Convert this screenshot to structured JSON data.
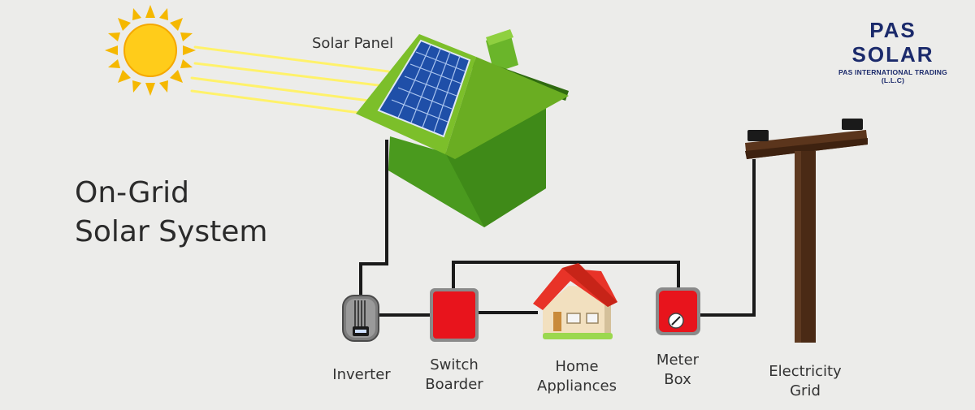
{
  "title_line1": "On-Grid",
  "title_line2": "Solar System",
  "brand": {
    "name": "PAS SOLAR",
    "tagline": "PAS INTERNATIONAL TRADING (L.L.C)",
    "color": "#1b2a6b"
  },
  "components": {
    "solar_panel": "Solar Panel",
    "inverter": "Inverter",
    "switch_board_line1": "Switch",
    "switch_board_line2": "Boarder",
    "home_line1": "Home",
    "home_line2": "Appliances",
    "meter_line1": "Meter",
    "meter_line2": "Box",
    "grid_line1": "Electricity",
    "grid_line2": "Grid"
  },
  "colors": {
    "background": "#ececea",
    "sun": "#f5b800",
    "rays": "#fff26a",
    "roof_green": "#7cbf2a",
    "house_green": "#4a9a1e",
    "device_red": "#e8141c",
    "wire": "#1a1a1a",
    "pole": "#4a2a15"
  }
}
